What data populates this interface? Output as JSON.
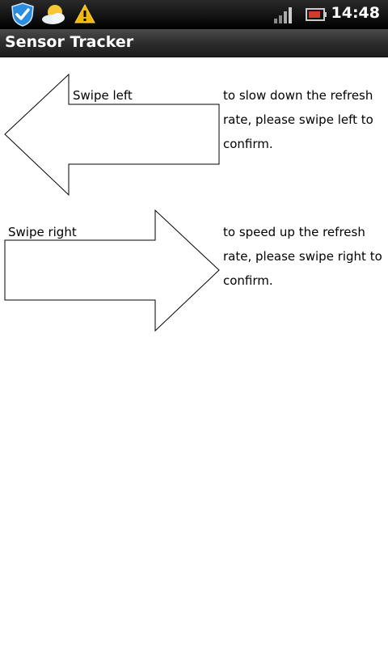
{
  "status_bar": {
    "time": "14:48",
    "icons": [
      "shield-check-icon",
      "weather-sun-cloud-icon",
      "warning-icon",
      "signal-icon",
      "battery-icon"
    ]
  },
  "app": {
    "title": "Sensor Tracker"
  },
  "gestures": [
    {
      "label": "Swipe left",
      "description": "to slow down the refresh rate, please swipe left to confirm."
    },
    {
      "label": "Swipe right",
      "description": "to speed up the refresh rate, please swipe right to confirm."
    }
  ],
  "colors": {
    "status_bar": "#000000",
    "title_bar": "#2b2b2b",
    "background": "#ffffff",
    "warning": "#f2b705",
    "shield": "#2a8de0"
  }
}
